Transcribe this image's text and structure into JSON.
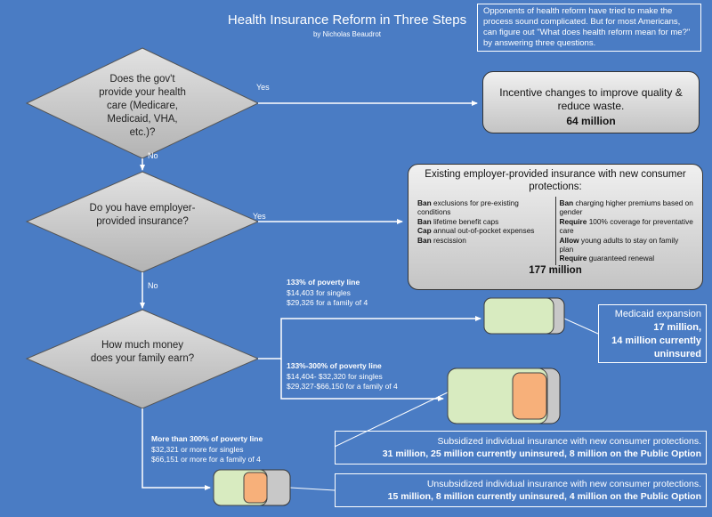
{
  "header": {
    "title": "Health Insurance Reform in Three Steps",
    "byline": "by Nicholas Beaudrot",
    "intro": "Opponents of health reform have tried to make the process sound complicated. But for most Americans, can figure out \"What does health reform mean for me?\" by answering three questions."
  },
  "questions": {
    "q1": "Does the gov't provide your health care (Medicare, Medicaid, VHA, etc.)?",
    "q2": "Do you have employer-provided insurance?",
    "q3": "How much money does your family earn?"
  },
  "labels": {
    "yes1": "Yes",
    "no1": "No",
    "yes2": "Yes",
    "no2": "No"
  },
  "outcome_gov": {
    "text": "Incentive changes to improve quality & reduce waste.",
    "count": "64 million"
  },
  "outcome_employer": {
    "heading": "Existing employer-provided insurance with new consumer protections:",
    "left": [
      {
        "verb": "Ban",
        "rest": " exclusions for pre-existing conditions"
      },
      {
        "verb": "Ban",
        "rest": " lifetime benefit caps"
      },
      {
        "verb": "Cap",
        "rest": " annual out-of-pocket expenses"
      },
      {
        "verb": "Ban",
        "rest": " rescission"
      }
    ],
    "right": [
      {
        "verb": "Ban",
        "rest": " charging higher premiums based on gender"
      },
      {
        "verb": "Require",
        "rest": " 100% coverage for preventative care"
      },
      {
        "verb": "Allow",
        "rest": " young adults to stay on family plan"
      },
      {
        "verb": "Require",
        "rest": "  guaranteed renewal"
      }
    ],
    "count": "177 million"
  },
  "income_bands": {
    "b1": {
      "head": "133% of poverty line",
      "l1": "$14,403 for singles",
      "l2": "$29,326 for a family of 4"
    },
    "b2": {
      "head": "133%-300% of poverty line",
      "l1": "$14,404- $32,320 for singles",
      "l2": "$29,327-$66,150 for a family of 4"
    },
    "b3": {
      "head": "More than 300% of poverty line",
      "l1": "$32,321 or more  for singles",
      "l2": "$66,151 or more for a family of 4"
    }
  },
  "outcomes_income": {
    "medicaid": {
      "title": "Medicaid expansion",
      "l1": "17 million,",
      "l2": "14 million currently",
      "l3": "uninsured"
    },
    "subsidized": {
      "title": "Subsidized individual insurance with new consumer protections.",
      "detail": "31 million, 25 million currently uninsured, 8 million on the Public Option"
    },
    "unsubsidized": {
      "title": "Unsubsidized individual insurance with new consumer protections.",
      "detail": "15 million, 8 million currently uninsured, 4 million on the Public Option"
    }
  },
  "colors": {
    "background": "#4a7cc4",
    "diamond": "#c8c8c8",
    "green_block": "#d8ebc0",
    "orange_block": "#f7b07a",
    "gray_block": "#c8c8c8"
  }
}
